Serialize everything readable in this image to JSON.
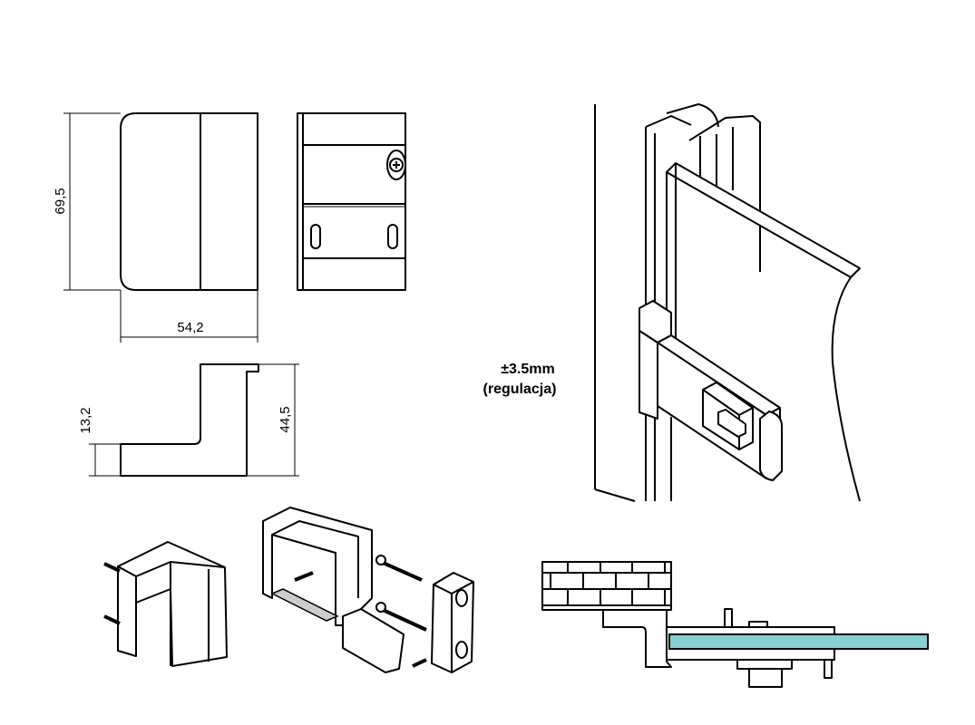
{
  "dimensions": {
    "height_front": "69,5",
    "width_front": "54,2",
    "profile_lip": "13,2",
    "profile_height": "44,5"
  },
  "adjustment_note": {
    "range": "±3.5mm",
    "label": "(regulacja)"
  },
  "colors": {
    "glass": "#86d0d6",
    "line": "#000000"
  }
}
